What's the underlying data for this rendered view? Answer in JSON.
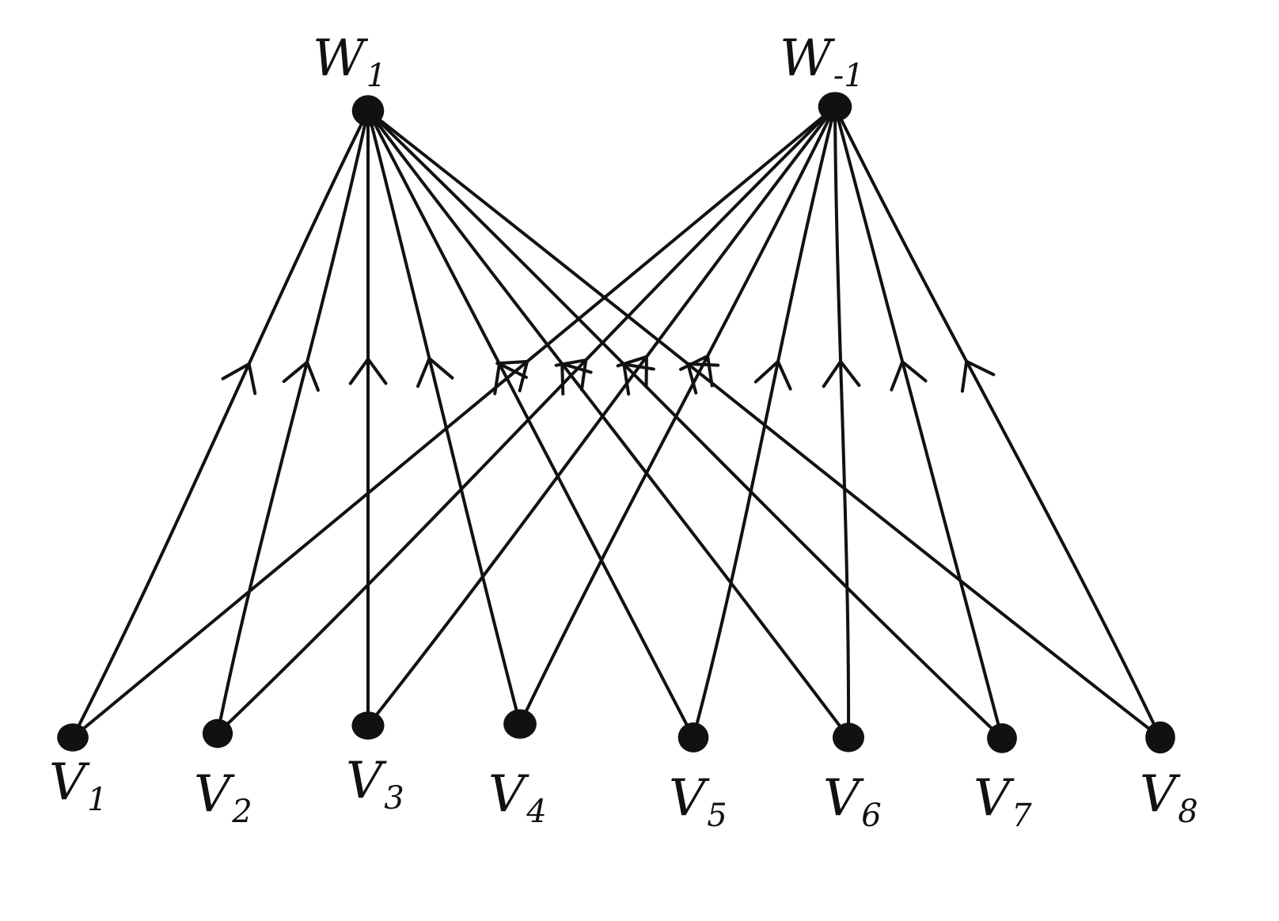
{
  "diagram": {
    "type": "directed-bipartite-graph",
    "edge_direction": "toward top nodes",
    "top_nodes": [
      {
        "id": "w1",
        "base": "W",
        "sub": "1"
      },
      {
        "id": "wm1",
        "base": "W",
        "sub": "-1"
      }
    ],
    "bottom_nodes": [
      {
        "id": "v1",
        "base": "V",
        "sub": "1"
      },
      {
        "id": "v2",
        "base": "V",
        "sub": "2"
      },
      {
        "id": "v3",
        "base": "V",
        "sub": "3"
      },
      {
        "id": "v4",
        "base": "V",
        "sub": "4"
      },
      {
        "id": "v5",
        "base": "V",
        "sub": "5"
      },
      {
        "id": "v6",
        "base": "V",
        "sub": "6"
      },
      {
        "id": "v7",
        "base": "V",
        "sub": "7"
      },
      {
        "id": "v8",
        "base": "V",
        "sub": "8"
      }
    ],
    "edges": [
      {
        "from": "v1",
        "to": "w1"
      },
      {
        "from": "v2",
        "to": "w1"
      },
      {
        "from": "v3",
        "to": "w1"
      },
      {
        "from": "v4",
        "to": "w1"
      },
      {
        "from": "v5",
        "to": "w1"
      },
      {
        "from": "v6",
        "to": "w1"
      },
      {
        "from": "v7",
        "to": "w1"
      },
      {
        "from": "v8",
        "to": "w1"
      },
      {
        "from": "v1",
        "to": "wm1"
      },
      {
        "from": "v2",
        "to": "wm1"
      },
      {
        "from": "v3",
        "to": "wm1"
      },
      {
        "from": "v4",
        "to": "wm1"
      },
      {
        "from": "v5",
        "to": "wm1"
      },
      {
        "from": "v6",
        "to": "wm1"
      },
      {
        "from": "v7",
        "to": "wm1"
      },
      {
        "from": "v8",
        "to": "wm1"
      }
    ],
    "colors": {
      "ink": "#111111",
      "background": "#ffffff"
    }
  }
}
